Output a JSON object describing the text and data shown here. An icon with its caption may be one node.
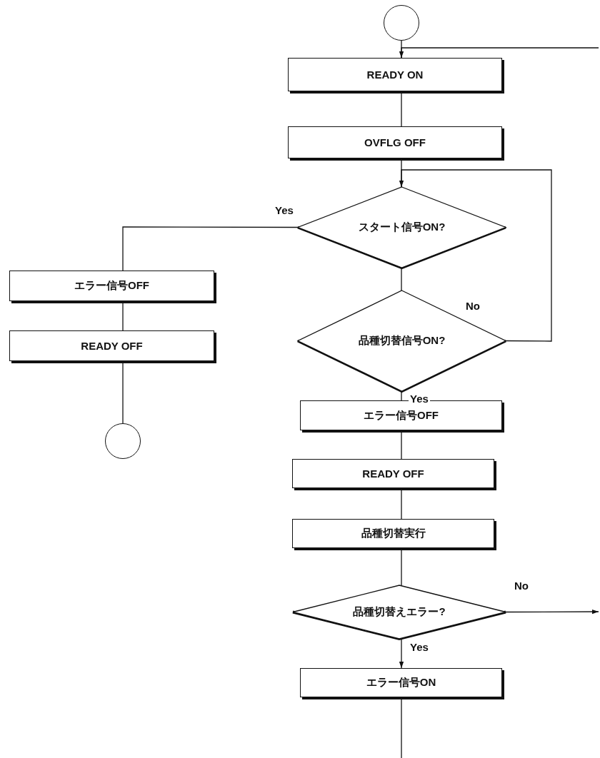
{
  "diagram": {
    "nodes": [
      {
        "text": [],
        "shape": "circle"
      },
      {
        "text": [
          "READY ON"
        ]
      },
      {
        "text": [
          "OVFLG OFF"
        ]
      },
      {
        "text": [
          "スタート信号ON?"
        ]
      },
      {
        "text": [
          "品種切替信号ON?"
        ]
      },
      {
        "text": [
          "エラー信号OFF"
        ]
      },
      {
        "text": [
          "READY OFF"
        ]
      },
      {
        "text": [],
        "shape": "circle"
      },
      {
        "text": [
          "エラー信号OFF"
        ]
      },
      {
        "text": [
          "READY OFF"
        ]
      },
      {
        "text": [
          "品種切替実行"
        ]
      },
      {
        "text": [
          "品種切替えエラー?"
        ]
      },
      {
        "text": [
          "エラー信号ON"
        ]
      }
    ],
    "edges": [
      {
        "from": 0,
        "to": 1,
        "arrow": "none"
      },
      {
        "from": null,
        "to": 1,
        "arrow": "to"
      },
      {
        "from": 1,
        "to": 2,
        "arrow": "none"
      },
      {
        "from": 2,
        "to": 3,
        "arrow": "none"
      },
      {
        "from": 4,
        "to": 3,
        "arrow": "to",
        "label": "No"
      },
      {
        "from": 3,
        "to": 5,
        "arrow": "none",
        "label": "Yes"
      },
      {
        "from": 5,
        "to": 6,
        "arrow": "none"
      },
      {
        "from": 6,
        "to": 7,
        "arrow": "none"
      },
      {
        "from": 3,
        "to": 4,
        "arrow": "none"
      },
      {
        "from": 4,
        "to": 8,
        "arrow": "none",
        "label": "Yes"
      },
      {
        "from": 8,
        "to": 9,
        "arrow": "none"
      },
      {
        "from": 9,
        "to": 10,
        "arrow": "none"
      },
      {
        "from": 10,
        "to": 11,
        "arrow": "none"
      },
      {
        "from": 11,
        "to": null,
        "arrow": "to",
        "label": "No"
      },
      {
        "from": 11,
        "to": 12,
        "arrow": "to",
        "label": "Yes"
      },
      {
        "from": 12,
        "to": null,
        "arrow": "none"
      }
    ]
  }
}
